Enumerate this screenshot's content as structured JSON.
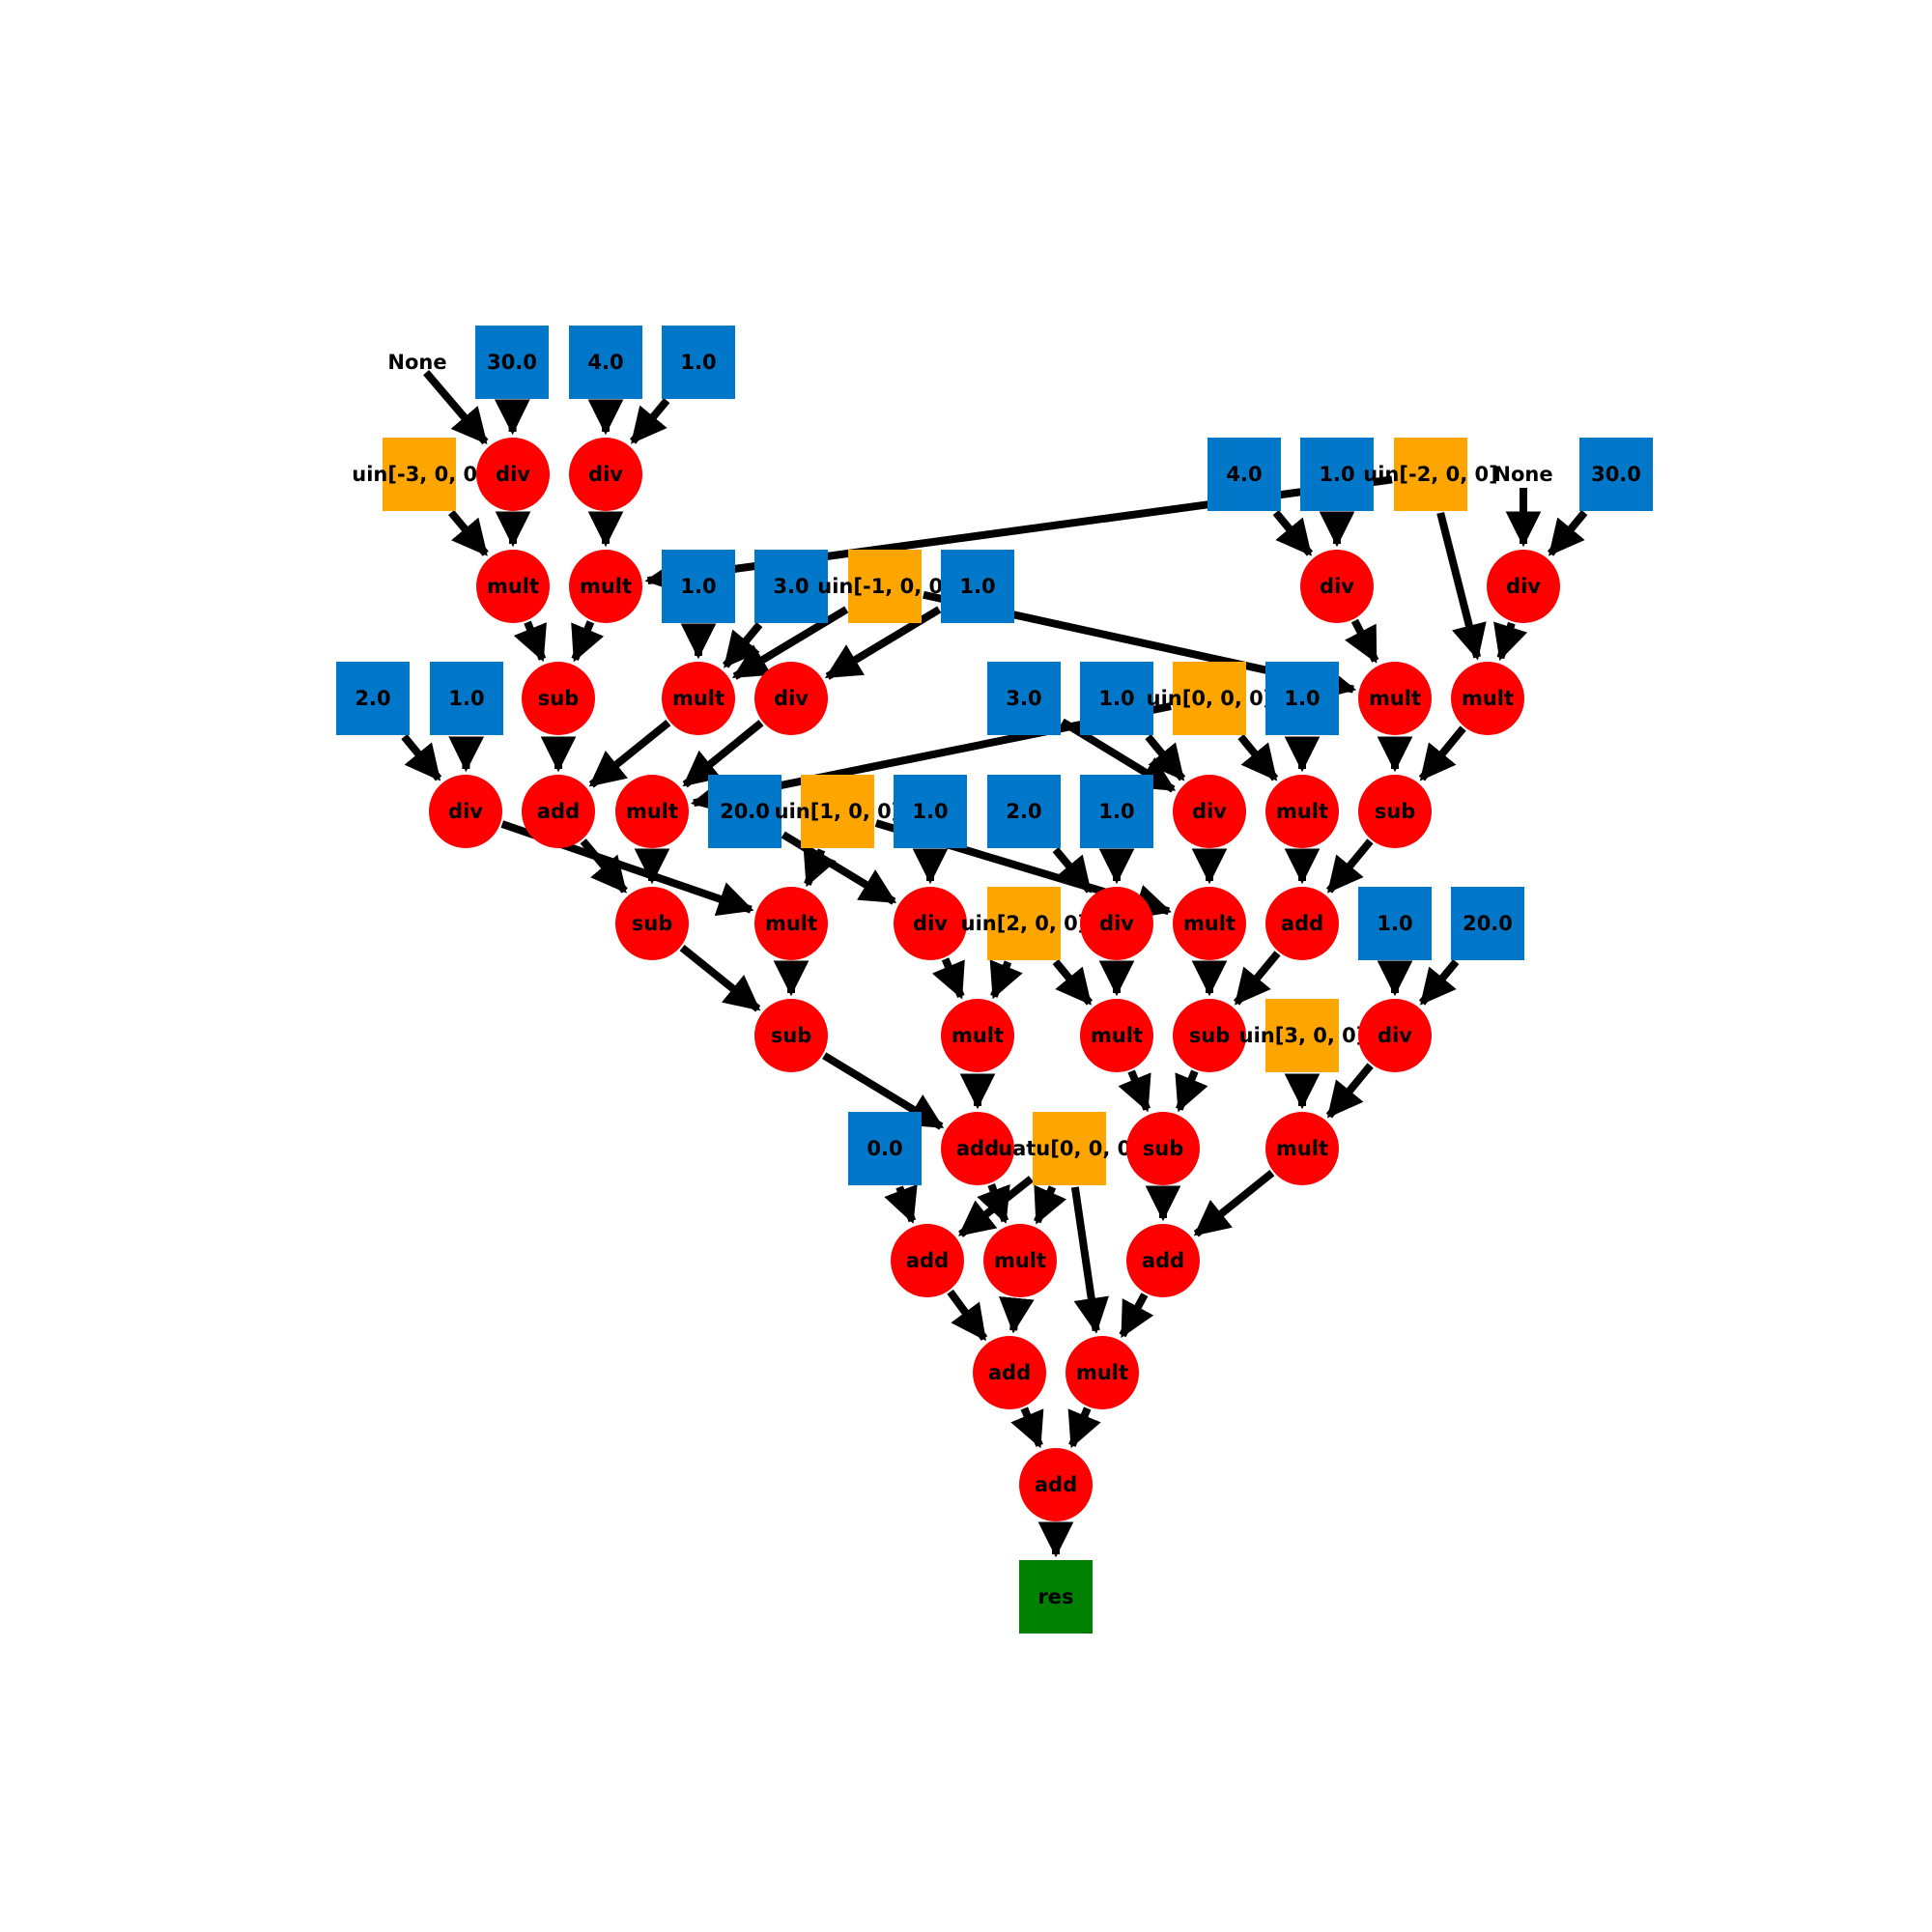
{
  "colors": {
    "op": "#ff0000",
    "const": "#0077c8",
    "input": "#ffa500",
    "output": "#008000",
    "edge": "#000000"
  },
  "nodes": [
    {
      "id": "none1",
      "kind": "text",
      "label": "None"
    },
    {
      "id": "c30a",
      "kind": "const",
      "label": "30.0"
    },
    {
      "id": "c4a",
      "kind": "const",
      "label": "4.0"
    },
    {
      "id": "c1a",
      "kind": "const",
      "label": "1.0"
    },
    {
      "id": "uinm3",
      "kind": "input",
      "label": "uin[-3, 0, 0]"
    },
    {
      "id": "div1",
      "kind": "op",
      "label": "div"
    },
    {
      "id": "div2",
      "kind": "op",
      "label": "div"
    },
    {
      "id": "c4b",
      "kind": "const",
      "label": "4.0"
    },
    {
      "id": "c1b",
      "kind": "const",
      "label": "1.0"
    },
    {
      "id": "uinm2",
      "kind": "input",
      "label": "uin[-2, 0, 0]"
    },
    {
      "id": "none2",
      "kind": "text",
      "label": "None"
    },
    {
      "id": "c30b",
      "kind": "const",
      "label": "30.0"
    },
    {
      "id": "mult1",
      "kind": "op",
      "label": "mult"
    },
    {
      "id": "mult2",
      "kind": "op",
      "label": "mult"
    },
    {
      "id": "c1c",
      "kind": "const",
      "label": "1.0"
    },
    {
      "id": "c3a",
      "kind": "const",
      "label": "3.0"
    },
    {
      "id": "uinm1",
      "kind": "input",
      "label": "uin[-1, 0, 0]"
    },
    {
      "id": "c1d",
      "kind": "const",
      "label": "1.0"
    },
    {
      "id": "div3",
      "kind": "op",
      "label": "div"
    },
    {
      "id": "div4",
      "kind": "op",
      "label": "div"
    },
    {
      "id": "c2a",
      "kind": "const",
      "label": "2.0"
    },
    {
      "id": "c1e",
      "kind": "const",
      "label": "1.0"
    },
    {
      "id": "sub1",
      "kind": "op",
      "label": "sub"
    },
    {
      "id": "mult3",
      "kind": "op",
      "label": "mult"
    },
    {
      "id": "div5",
      "kind": "op",
      "label": "div"
    },
    {
      "id": "c3b",
      "kind": "const",
      "label": "3.0"
    },
    {
      "id": "c1f",
      "kind": "const",
      "label": "1.0"
    },
    {
      "id": "uin0",
      "kind": "input",
      "label": "uin[0, 0, 0]"
    },
    {
      "id": "c1g",
      "kind": "const",
      "label": "1.0"
    },
    {
      "id": "mult4",
      "kind": "op",
      "label": "mult"
    },
    {
      "id": "mult5",
      "kind": "op",
      "label": "mult"
    },
    {
      "id": "div6",
      "kind": "op",
      "label": "div"
    },
    {
      "id": "add1",
      "kind": "op",
      "label": "add"
    },
    {
      "id": "mult6",
      "kind": "op",
      "label": "mult"
    },
    {
      "id": "c20a",
      "kind": "const",
      "label": "20.0"
    },
    {
      "id": "uin1",
      "kind": "input",
      "label": "uin[1, 0, 0]"
    },
    {
      "id": "c1h",
      "kind": "const",
      "label": "1.0"
    },
    {
      "id": "c2b",
      "kind": "const",
      "label": "2.0"
    },
    {
      "id": "c1i",
      "kind": "const",
      "label": "1.0"
    },
    {
      "id": "div7",
      "kind": "op",
      "label": "div"
    },
    {
      "id": "mult7",
      "kind": "op",
      "label": "mult"
    },
    {
      "id": "sub2",
      "kind": "op",
      "label": "sub"
    },
    {
      "id": "sub3",
      "kind": "op",
      "label": "sub"
    },
    {
      "id": "mult8",
      "kind": "op",
      "label": "mult"
    },
    {
      "id": "div8",
      "kind": "op",
      "label": "div"
    },
    {
      "id": "uin2",
      "kind": "input",
      "label": "uin[2, 0, 0]"
    },
    {
      "id": "div9",
      "kind": "op",
      "label": "div"
    },
    {
      "id": "mult9",
      "kind": "op",
      "label": "mult"
    },
    {
      "id": "add2",
      "kind": "op",
      "label": "add"
    },
    {
      "id": "c1j",
      "kind": "const",
      "label": "1.0"
    },
    {
      "id": "c20b",
      "kind": "const",
      "label": "20.0"
    },
    {
      "id": "sub4",
      "kind": "op",
      "label": "sub"
    },
    {
      "id": "mult10",
      "kind": "op",
      "label": "mult"
    },
    {
      "id": "mult11",
      "kind": "op",
      "label": "mult"
    },
    {
      "id": "sub5",
      "kind": "op",
      "label": "sub"
    },
    {
      "id": "uin3",
      "kind": "input",
      "label": "uin[3, 0, 0]"
    },
    {
      "id": "div10",
      "kind": "op",
      "label": "div"
    },
    {
      "id": "c0",
      "kind": "const",
      "label": "0.0"
    },
    {
      "id": "add3",
      "kind": "op",
      "label": "add"
    },
    {
      "id": "uatu",
      "kind": "input",
      "label": "uatu[0, 0, 0]"
    },
    {
      "id": "sub6",
      "kind": "op",
      "label": "sub"
    },
    {
      "id": "mult12",
      "kind": "op",
      "label": "mult"
    },
    {
      "id": "add4",
      "kind": "op",
      "label": "add"
    },
    {
      "id": "mult13",
      "kind": "op",
      "label": "mult"
    },
    {
      "id": "add5",
      "kind": "op",
      "label": "add"
    },
    {
      "id": "add6",
      "kind": "op",
      "label": "add"
    },
    {
      "id": "mult14",
      "kind": "op",
      "label": "mult"
    },
    {
      "id": "add7",
      "kind": "op",
      "label": "add"
    },
    {
      "id": "res",
      "kind": "output",
      "label": "res"
    }
  ],
  "edges": [
    [
      "none1",
      "div1"
    ],
    [
      "c30a",
      "div1"
    ],
    [
      "c4a",
      "div2"
    ],
    [
      "c1a",
      "div2"
    ],
    [
      "uinm3",
      "mult1"
    ],
    [
      "div1",
      "mult1"
    ],
    [
      "div2",
      "mult2"
    ],
    [
      "mult1",
      "sub1"
    ],
    [
      "mult2",
      "sub1"
    ],
    [
      "c4b",
      "div3"
    ],
    [
      "c1b",
      "div3"
    ],
    [
      "none2",
      "div4"
    ],
    [
      "c30b",
      "div4"
    ],
    [
      "uinm2",
      "mult2"
    ],
    [
      "uinm2",
      "mult5"
    ],
    [
      "div4",
      "mult5"
    ],
    [
      "div3",
      "mult4"
    ],
    [
      "uinm1",
      "mult4"
    ],
    [
      "c1c",
      "mult3"
    ],
    [
      "c3a",
      "mult3"
    ],
    [
      "uinm1",
      "mult3"
    ],
    [
      "c1d",
      "div5"
    ],
    [
      "c2a",
      "div6"
    ],
    [
      "c1e",
      "div6"
    ],
    [
      "sub1",
      "add1"
    ],
    [
      "mult3",
      "add1"
    ],
    [
      "div5",
      "mult6"
    ],
    [
      "uin0",
      "mult6"
    ],
    [
      "c3b",
      "div7"
    ],
    [
      "c1f",
      "div7"
    ],
    [
      "uin0",
      "mult7"
    ],
    [
      "c1g",
      "mult7"
    ],
    [
      "mult4",
      "sub2"
    ],
    [
      "mult5",
      "sub2"
    ],
    [
      "add1",
      "sub3"
    ],
    [
      "mult6",
      "sub3"
    ],
    [
      "div6",
      "mult8"
    ],
    [
      "uin1",
      "mult8"
    ],
    [
      "c20a",
      "div8"
    ],
    [
      "c1h",
      "div8"
    ],
    [
      "c2b",
      "div9"
    ],
    [
      "c1i",
      "div9"
    ],
    [
      "uin1",
      "mult9"
    ],
    [
      "div7",
      "mult9"
    ],
    [
      "mult7",
      "add2"
    ],
    [
      "sub2",
      "add2"
    ],
    [
      "sub3",
      "sub4"
    ],
    [
      "mult8",
      "sub4"
    ],
    [
      "div8",
      "mult10"
    ],
    [
      "uin2",
      "mult10"
    ],
    [
      "uin2",
      "mult11"
    ],
    [
      "div9",
      "mult11"
    ],
    [
      "mult9",
      "sub5"
    ],
    [
      "add2",
      "sub5"
    ],
    [
      "c1j",
      "div10"
    ],
    [
      "c20b",
      "div10"
    ],
    [
      "sub4",
      "add3"
    ],
    [
      "mult10",
      "add3"
    ],
    [
      "mult11",
      "sub6"
    ],
    [
      "sub5",
      "sub6"
    ],
    [
      "uin3",
      "mult12"
    ],
    [
      "div10",
      "mult12"
    ],
    [
      "c0",
      "add4"
    ],
    [
      "uatu",
      "add4"
    ],
    [
      "add3",
      "mult13"
    ],
    [
      "uatu",
      "mult13"
    ],
    [
      "sub6",
      "add5"
    ],
    [
      "mult12",
      "add5"
    ],
    [
      "add4",
      "add6"
    ],
    [
      "mult13",
      "add6"
    ],
    [
      "uatu",
      "mult14"
    ],
    [
      "add5",
      "mult14"
    ],
    [
      "add6",
      "add7"
    ],
    [
      "mult14",
      "add7"
    ],
    [
      "add7",
      "res"
    ]
  ]
}
